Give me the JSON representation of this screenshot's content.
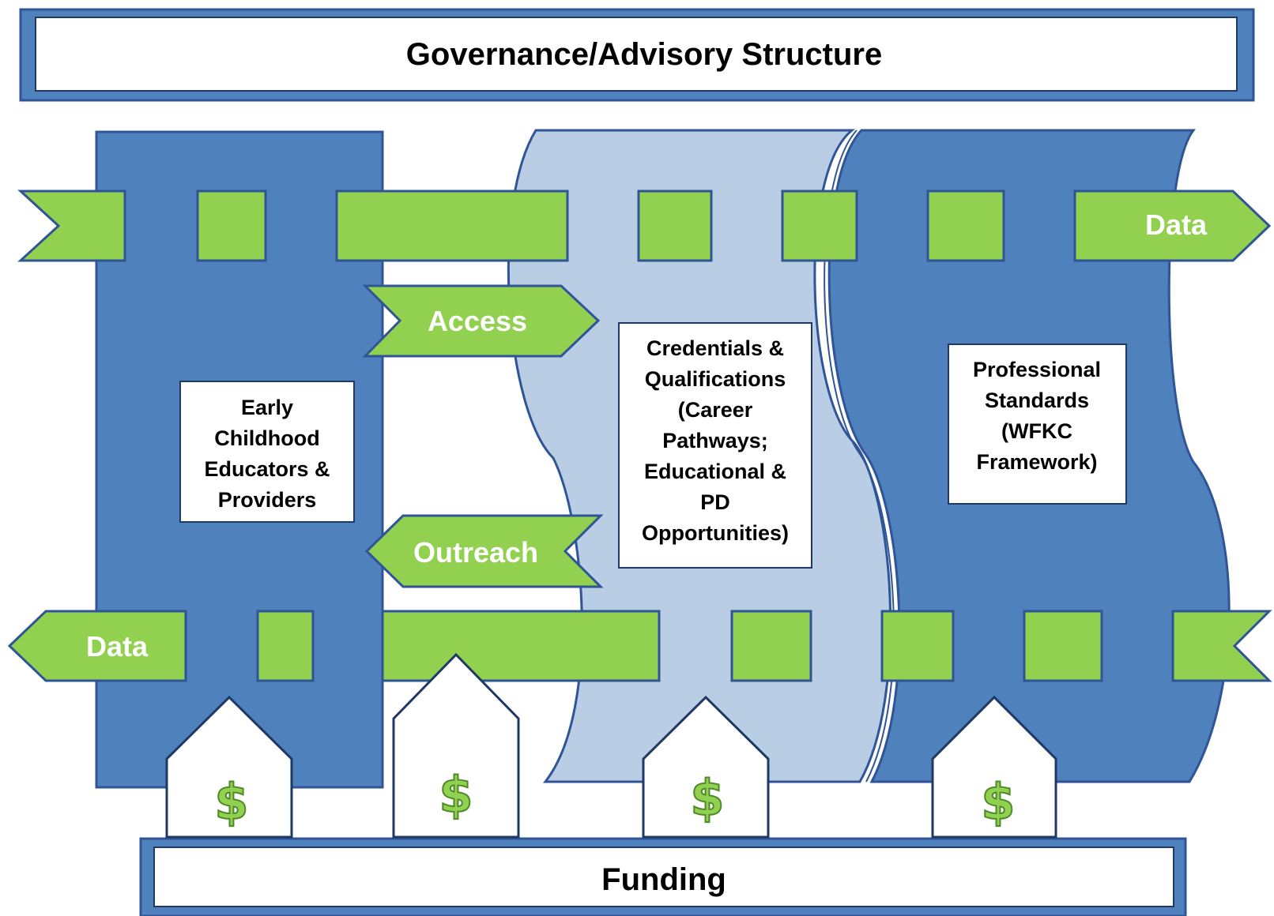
{
  "title": "Governance/Advisory Structure",
  "footer": "Funding",
  "pillars": {
    "educators": [
      "Early",
      "Childhood",
      "Educators &",
      "Providers"
    ],
    "credentials": [
      "Credentials &",
      "Qualifications",
      "(Career",
      "Pathways;",
      "Educational &",
      "PD",
      "Opportunities)"
    ],
    "standards": [
      "Professional",
      "Standards",
      "(WFKC",
      "Framework)"
    ]
  },
  "bands": {
    "top_data": "Data",
    "bottom_data": "Data",
    "access": "Access",
    "outreach": "Outreach"
  },
  "funding_houses": [
    {
      "symbol": "$"
    },
    {
      "symbol": "$"
    },
    {
      "symbol": "$"
    },
    {
      "symbol": "$"
    }
  ],
  "colors": {
    "frame_blue": "#4f81bd",
    "dark_stroke": "#1f3864",
    "light_blue": "#b9cde5",
    "green": "#92d050",
    "white": "#ffffff"
  }
}
